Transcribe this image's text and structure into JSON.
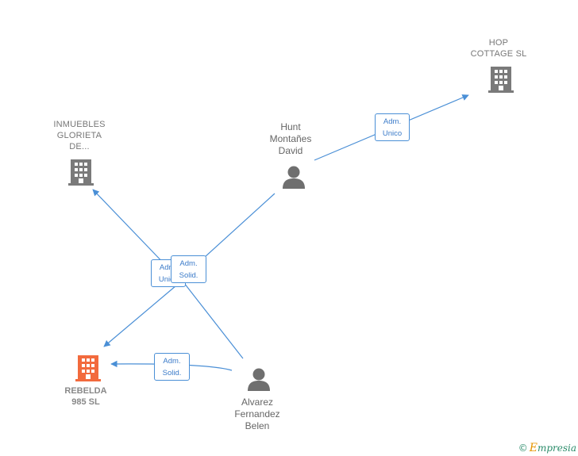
{
  "nodes": {
    "hop_cottage": {
      "label": "HOP\nCOTTAGE  SL",
      "type": "company",
      "color": "#7a7a7a"
    },
    "inmuebles": {
      "label": "INMUEBLES\nGLORIETA\nDE...",
      "type": "company",
      "color": "#7a7a7a"
    },
    "rebelda": {
      "label": "REBELDA\n985  SL",
      "type": "company",
      "color": "#f26a3d"
    },
    "hunt": {
      "label": "Hunt\nMontañes\nDavid",
      "type": "person",
      "color": "#6f6f6f"
    },
    "alvarez": {
      "label": "Alvarez\nFernandez\nBelen",
      "type": "person",
      "color": "#6f6f6f"
    }
  },
  "edges": {
    "hunt_hop": {
      "label": "Adm.\nUnico"
    },
    "hub_inmuebles": {
      "label": "Adm.\nUnico"
    },
    "hub_solid": {
      "label": "Adm.\nSolid."
    },
    "alvarez_rebelda": {
      "label": "Adm.\nSolid."
    }
  },
  "colors": {
    "edge": "#4a8fd6",
    "brand": "#2b8c6a",
    "brand_accent": "#e69500"
  },
  "footer": {
    "copyright": "©",
    "brand_initial": "E",
    "brand_rest": "mpresia"
  }
}
